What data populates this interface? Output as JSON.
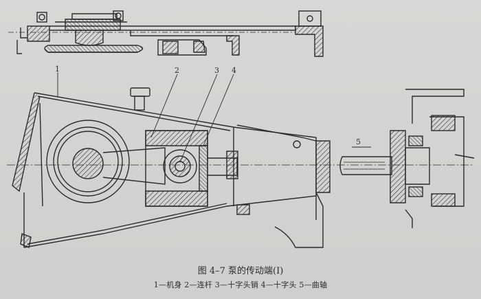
{
  "figure": {
    "caption": "图 4–7   泵的传动端(Ⅰ)",
    "legend": "1—机身   2—连杆   3—十字头销   4—十字头   5—曲轴",
    "part_numbers": [
      "1",
      "2",
      "3",
      "4",
      "5"
    ]
  },
  "colors": {
    "paper": "#d4d5d2",
    "ink": "#2b2b2b"
  }
}
